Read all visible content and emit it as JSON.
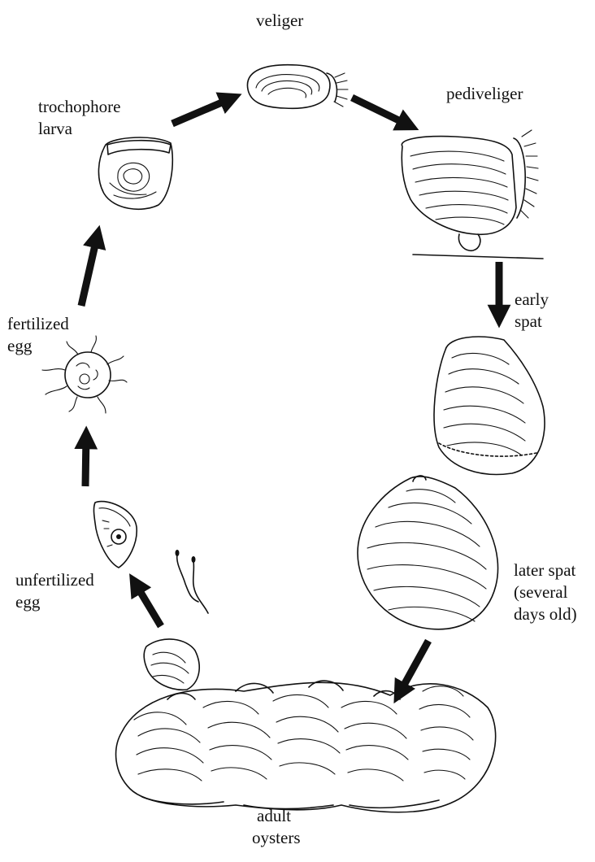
{
  "stages": {
    "veliger": "veliger",
    "pediveliger": "pediveliger",
    "trochophore_line1": "trochophore",
    "trochophore_line2": "larva",
    "fertilized_line1": "fertilized",
    "fertilized_line2": "egg",
    "early_spat_line1": "early",
    "early_spat_line2": "spat",
    "unfertilized_line1": "unfertilized",
    "unfertilized_line2": "egg",
    "later_spat_line1": "later spat",
    "later_spat_line2": "(several",
    "later_spat_line3": "days old)",
    "adult_line1": "adult",
    "adult_line2": "oysters"
  }
}
